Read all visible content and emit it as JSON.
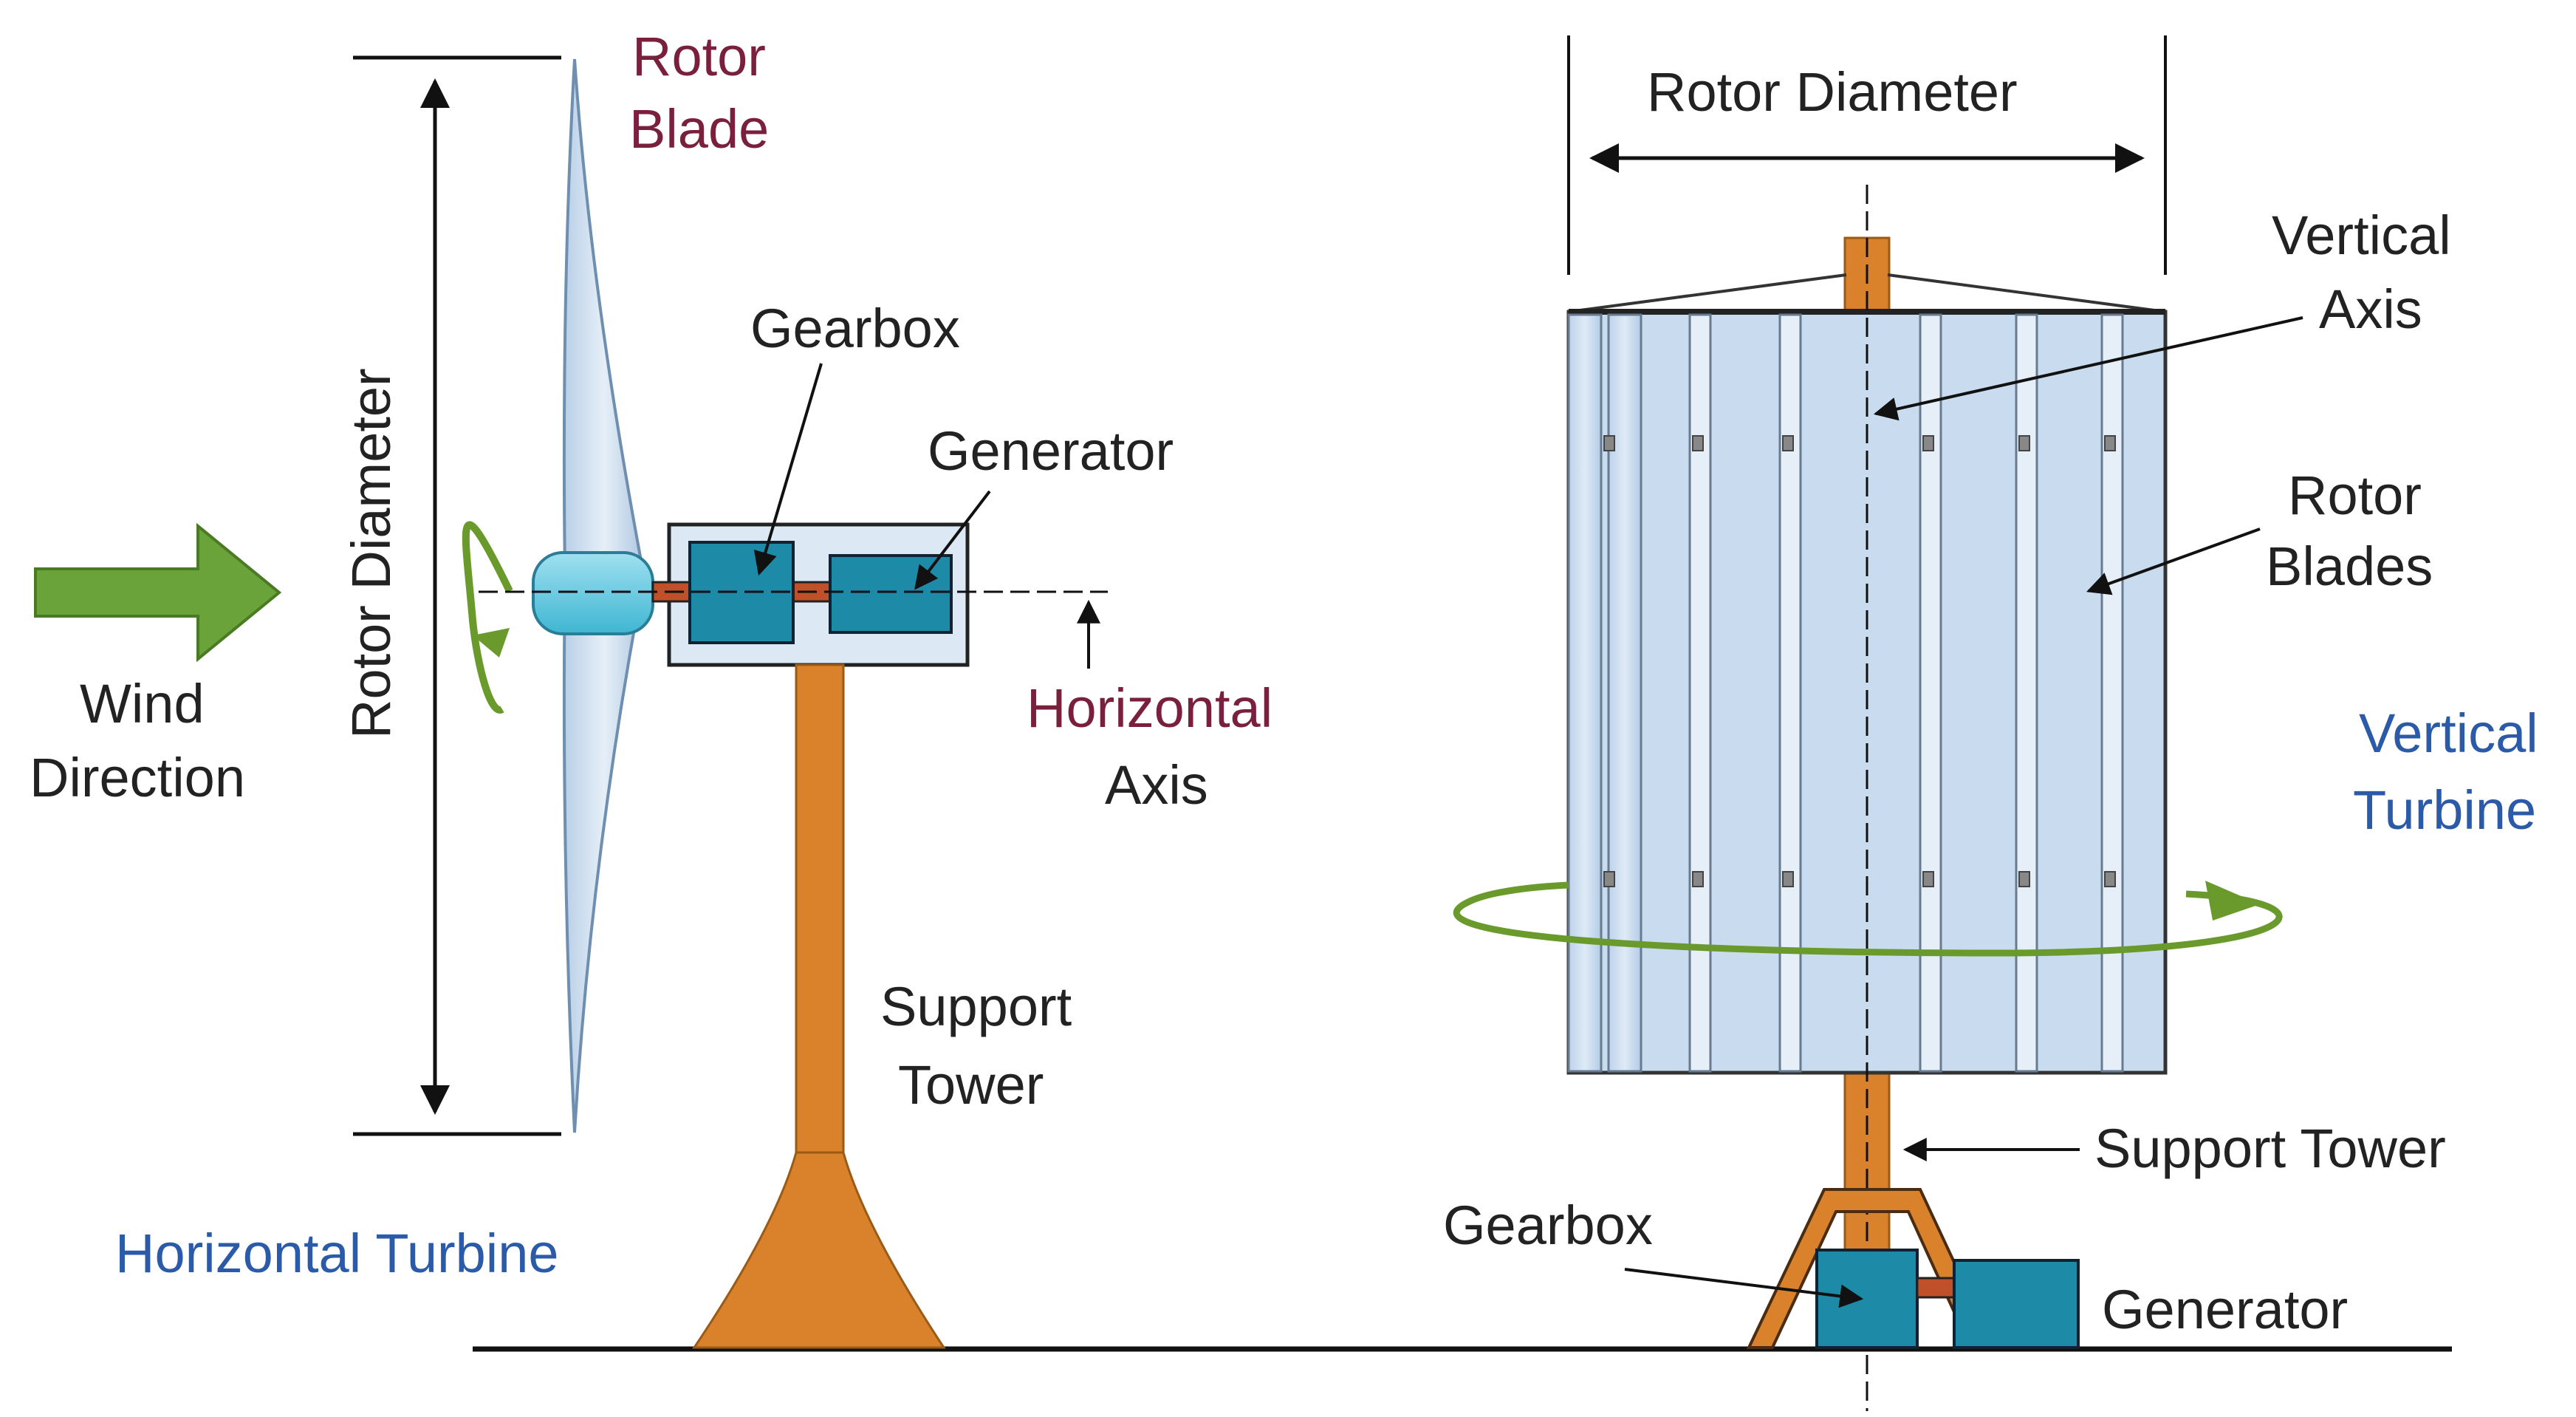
{
  "horizontal": {
    "rotor_blade": [
      "Rotor",
      "Blade"
    ],
    "rotor_diameter": "Rotor Diameter",
    "gearbox": "Gearbox",
    "generator": "Generator",
    "horizontal_axis": [
      "Horizontal",
      "Axis"
    ],
    "wind_direction": [
      "Wind",
      "Direction"
    ],
    "support_tower": [
      "Support",
      "Tower"
    ],
    "title": "Horizontal Turbine"
  },
  "vertical": {
    "rotor_diameter": "Rotor Diameter",
    "vertical_axis": [
      "Vertical",
      "Axis"
    ],
    "rotor_blades": [
      "Rotor",
      "Blades"
    ],
    "title": [
      "Vertical",
      "Turbine"
    ],
    "support_tower": "Support Tower",
    "gearbox": "Gearbox",
    "generator": "Generator"
  },
  "colors": {
    "label_text": "#222222",
    "title_text": "#2b5aa8",
    "rotor_blade_text": "#7a1f3c",
    "tower": "#d9822b",
    "housing": "#1d8ba8",
    "nacelle": "#dce9f5",
    "blade": "#c9dcef",
    "rotation_arrow": "#6a9a2c",
    "wind_arrow": "#6aa33a"
  }
}
